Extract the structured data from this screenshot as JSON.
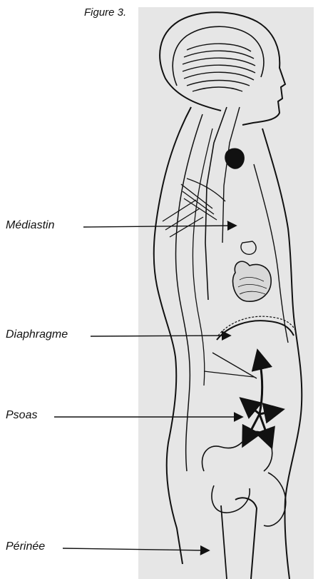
{
  "figure": {
    "caption": "Figure 3."
  },
  "labels": [
    {
      "id": "mediastin",
      "text": "Médiastin"
    },
    {
      "id": "diaphragme",
      "text": "Diaphragme"
    },
    {
      "id": "psoas",
      "text": "Psoas"
    },
    {
      "id": "perinee",
      "text": "Périnée"
    }
  ],
  "colors": {
    "panel": "#e6e6e6",
    "ink": "#111111"
  }
}
